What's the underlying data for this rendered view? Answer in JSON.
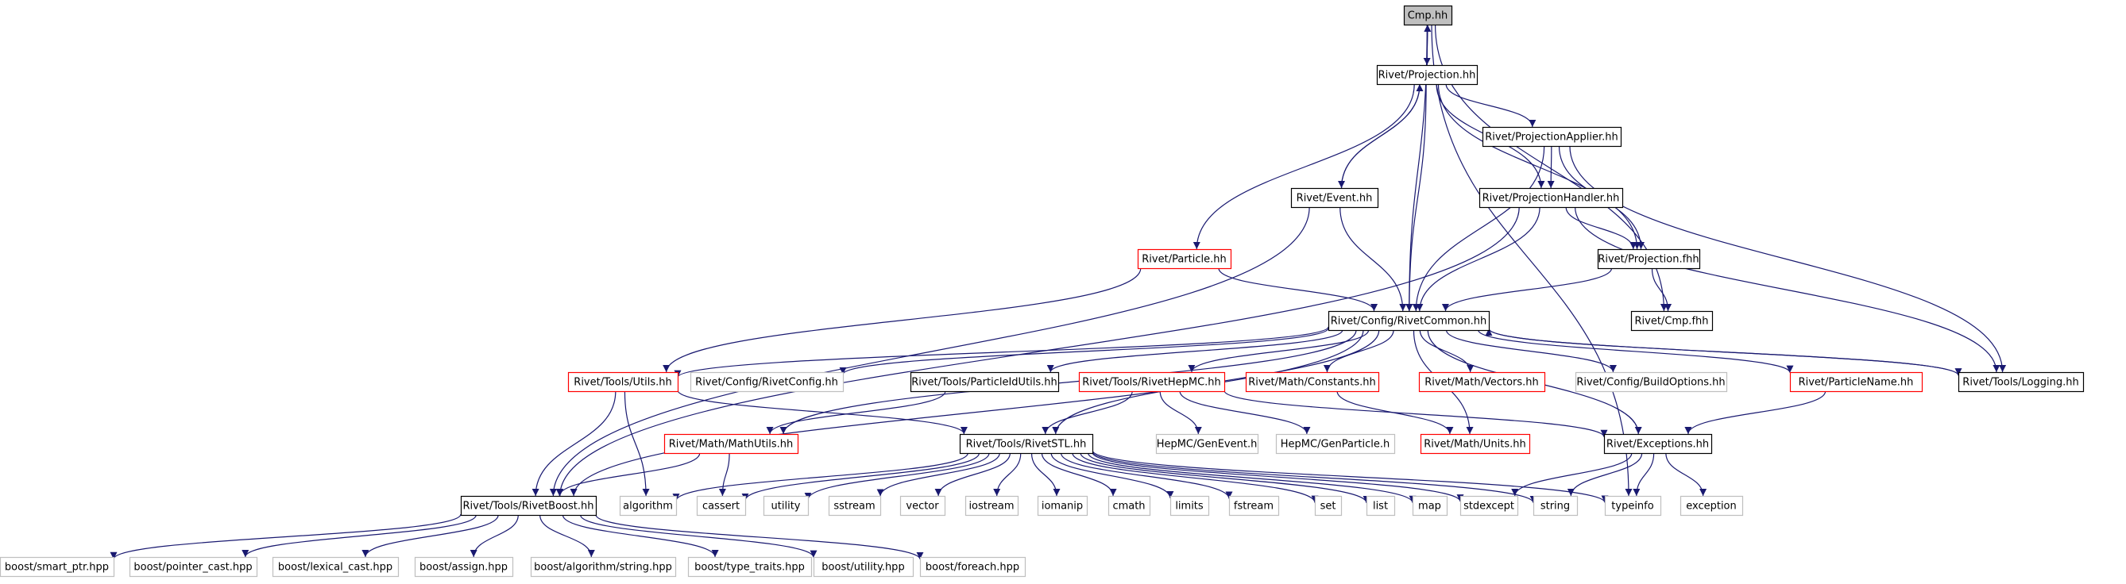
{
  "nodes": [
    {
      "id": "cmp_hh",
      "label": "Cmp.hh",
      "style": "root"
    },
    {
      "id": "projection_hh",
      "label": "Rivet/Projection.hh",
      "style": "normal"
    },
    {
      "id": "projectionapplier_hh",
      "label": "Rivet/ProjectionApplier.hh",
      "style": "normal"
    },
    {
      "id": "event_hh",
      "label": "Rivet/Event.hh",
      "style": "normal"
    },
    {
      "id": "projectionhandler_hh",
      "label": "Rivet/ProjectionHandler.hh",
      "style": "normal"
    },
    {
      "id": "particle_hh",
      "label": "Rivet/Particle.hh",
      "style": "truncated"
    },
    {
      "id": "projection_fhh",
      "label": "Rivet/Projection.fhh",
      "style": "normal"
    },
    {
      "id": "rivetcommon_hh",
      "label": "Rivet/Config/RivetCommon.hh",
      "style": "normal"
    },
    {
      "id": "cmp_fhh",
      "label": "Rivet/Cmp.fhh",
      "style": "normal"
    },
    {
      "id": "utils_hh",
      "label": "Rivet/Tools/Utils.hh",
      "style": "truncated"
    },
    {
      "id": "rivetconfig_hh",
      "label": "Rivet/Config/RivetConfig.hh",
      "style": "external"
    },
    {
      "id": "particleidutils_hh",
      "label": "Rivet/Tools/ParticleIdUtils.hh",
      "style": "normal"
    },
    {
      "id": "rivethepmc_hh",
      "label": "Rivet/Tools/RivetHepMC.hh",
      "style": "truncated"
    },
    {
      "id": "constants_hh",
      "label": "Rivet/Math/Constants.hh",
      "style": "truncated"
    },
    {
      "id": "vectors_hh",
      "label": "Rivet/Math/Vectors.hh",
      "style": "truncated"
    },
    {
      "id": "buildoptions_hh",
      "label": "Rivet/Config/BuildOptions.hh",
      "style": "external"
    },
    {
      "id": "particlename_hh",
      "label": "Rivet/ParticleName.hh",
      "style": "truncated"
    },
    {
      "id": "logging_hh",
      "label": "Rivet/Tools/Logging.hh",
      "style": "normal"
    },
    {
      "id": "mathutils_hh",
      "label": "Rivet/Math/MathUtils.hh",
      "style": "truncated"
    },
    {
      "id": "rivetstl_hh",
      "label": "Rivet/Tools/RivetSTL.hh",
      "style": "normal"
    },
    {
      "id": "genevent_h",
      "label": "HepMC/GenEvent.h",
      "style": "external"
    },
    {
      "id": "genparticle_h",
      "label": "HepMC/GenParticle.h",
      "style": "external"
    },
    {
      "id": "units_hh",
      "label": "Rivet/Math/Units.hh",
      "style": "truncated"
    },
    {
      "id": "exceptions_hh",
      "label": "Rivet/Exceptions.hh",
      "style": "normal"
    },
    {
      "id": "rivetboost_hh",
      "label": "Rivet/Tools/RivetBoost.hh",
      "style": "normal"
    },
    {
      "id": "algorithm",
      "label": "algorithm",
      "style": "external"
    },
    {
      "id": "cassert",
      "label": "cassert",
      "style": "external"
    },
    {
      "id": "utility",
      "label": "utility",
      "style": "external"
    },
    {
      "id": "sstream",
      "label": "sstream",
      "style": "external"
    },
    {
      "id": "vector",
      "label": "vector",
      "style": "external"
    },
    {
      "id": "iostream",
      "label": "iostream",
      "style": "external"
    },
    {
      "id": "iomanip",
      "label": "iomanip",
      "style": "external"
    },
    {
      "id": "cmath",
      "label": "cmath",
      "style": "external"
    },
    {
      "id": "limits",
      "label": "limits",
      "style": "external"
    },
    {
      "id": "fstream",
      "label": "fstream",
      "style": "external"
    },
    {
      "id": "set",
      "label": "set",
      "style": "external"
    },
    {
      "id": "list",
      "label": "list",
      "style": "external"
    },
    {
      "id": "map",
      "label": "map",
      "style": "external"
    },
    {
      "id": "stdexcept",
      "label": "stdexcept",
      "style": "external"
    },
    {
      "id": "string",
      "label": "string",
      "style": "external"
    },
    {
      "id": "typeinfo",
      "label": "typeinfo",
      "style": "external"
    },
    {
      "id": "exception",
      "label": "exception",
      "style": "external"
    },
    {
      "id": "boost_smart_ptr",
      "label": "boost/smart_ptr.hpp",
      "style": "external"
    },
    {
      "id": "boost_pointer_cast",
      "label": "boost/pointer_cast.hpp",
      "style": "external"
    },
    {
      "id": "boost_lexical_cast",
      "label": "boost/lexical_cast.hpp",
      "style": "external"
    },
    {
      "id": "boost_assign",
      "label": "boost/assign.hpp",
      "style": "external"
    },
    {
      "id": "boost_algorithm_string",
      "label": "boost/algorithm/string.hpp",
      "style": "external"
    },
    {
      "id": "boost_type_traits",
      "label": "boost/type_traits.hpp",
      "style": "external"
    },
    {
      "id": "boost_utility",
      "label": "boost/utility.hpp",
      "style": "external"
    },
    {
      "id": "boost_foreach",
      "label": "boost/foreach.hpp",
      "style": "external"
    }
  ],
  "edges": [
    [
      "cmp_hh",
      "projection_hh"
    ],
    [
      "cmp_hh",
      "rivetcommon_hh"
    ],
    [
      "cmp_hh",
      "cmp_fhh"
    ],
    [
      "cmp_hh",
      "typeinfo"
    ],
    [
      "projection_hh",
      "cmp_hh"
    ],
    [
      "projection_hh",
      "projectionapplier_hh"
    ],
    [
      "projection_hh",
      "event_hh"
    ],
    [
      "projection_hh",
      "projectionhandler_hh"
    ],
    [
      "projection_hh",
      "particle_hh"
    ],
    [
      "projection_hh",
      "projection_fhh"
    ],
    [
      "projection_hh",
      "rivetcommon_hh"
    ],
    [
      "projectionapplier_hh",
      "projectionhandler_hh"
    ],
    [
      "projectionapplier_hh",
      "projection_fhh"
    ],
    [
      "projectionapplier_hh",
      "rivetcommon_hh"
    ],
    [
      "projectionapplier_hh",
      "logging_hh"
    ],
    [
      "event_hh",
      "projection_hh"
    ],
    [
      "event_hh",
      "rivetcommon_hh"
    ],
    [
      "event_hh",
      "rivetboost_hh"
    ],
    [
      "projectionhandler_hh",
      "projection_fhh"
    ],
    [
      "projectionhandler_hh",
      "rivetcommon_hh"
    ],
    [
      "projectionhandler_hh",
      "logging_hh"
    ],
    [
      "projectionhandler_hh",
      "rivetboost_hh"
    ],
    [
      "particle_hh",
      "rivetcommon_hh"
    ],
    [
      "particle_hh",
      "utils_hh"
    ],
    [
      "projection_fhh",
      "rivetcommon_hh"
    ],
    [
      "projection_fhh",
      "cmp_fhh"
    ],
    [
      "rivetcommon_hh",
      "utils_hh"
    ],
    [
      "rivetcommon_hh",
      "rivetconfig_hh"
    ],
    [
      "rivetcommon_hh",
      "particleidutils_hh"
    ],
    [
      "rivetcommon_hh",
      "rivethepmc_hh"
    ],
    [
      "rivetcommon_hh",
      "constants_hh"
    ],
    [
      "rivetcommon_hh",
      "vectors_hh"
    ],
    [
      "rivetcommon_hh",
      "buildoptions_hh"
    ],
    [
      "rivetcommon_hh",
      "particlename_hh"
    ],
    [
      "rivetcommon_hh",
      "logging_hh"
    ],
    [
      "rivetcommon_hh",
      "mathutils_hh"
    ],
    [
      "rivetcommon_hh",
      "units_hh"
    ],
    [
      "rivetcommon_hh",
      "exceptions_hh"
    ],
    [
      "rivetcommon_hh",
      "rivetboost_hh"
    ],
    [
      "rivetcommon_hh",
      "rivetstl_hh"
    ],
    [
      "logging_hh",
      "rivetcommon_hh"
    ],
    [
      "utils_hh",
      "rivetstl_hh"
    ],
    [
      "utils_hh",
      "rivetboost_hh"
    ],
    [
      "utils_hh",
      "algorithm"
    ],
    [
      "particleidutils_hh",
      "mathutils_hh"
    ],
    [
      "rivethepmc_hh",
      "rivetstl_hh"
    ],
    [
      "rivethepmc_hh",
      "genevent_h"
    ],
    [
      "rivethepmc_hh",
      "genparticle_h"
    ],
    [
      "rivethepmc_hh",
      "exceptions_hh"
    ],
    [
      "constants_hh",
      "units_hh"
    ],
    [
      "particlename_hh",
      "exceptions_hh"
    ],
    [
      "mathutils_hh",
      "rivetboost_hh"
    ],
    [
      "mathutils_hh",
      "cassert"
    ],
    [
      "rivetstl_hh",
      "algorithm"
    ],
    [
      "rivetstl_hh",
      "cassert"
    ],
    [
      "rivetstl_hh",
      "utility"
    ],
    [
      "rivetstl_hh",
      "sstream"
    ],
    [
      "rivetstl_hh",
      "vector"
    ],
    [
      "rivetstl_hh",
      "iostream"
    ],
    [
      "rivetstl_hh",
      "iomanip"
    ],
    [
      "rivetstl_hh",
      "cmath"
    ],
    [
      "rivetstl_hh",
      "limits"
    ],
    [
      "rivetstl_hh",
      "fstream"
    ],
    [
      "rivetstl_hh",
      "set"
    ],
    [
      "rivetstl_hh",
      "list"
    ],
    [
      "rivetstl_hh",
      "map"
    ],
    [
      "rivetstl_hh",
      "stdexcept"
    ],
    [
      "rivetstl_hh",
      "string"
    ],
    [
      "rivetstl_hh",
      "typeinfo"
    ],
    [
      "exceptions_hh",
      "stdexcept"
    ],
    [
      "exceptions_hh",
      "string"
    ],
    [
      "exceptions_hh",
      "typeinfo"
    ],
    [
      "exceptions_hh",
      "exception"
    ],
    [
      "rivetboost_hh",
      "boost_smart_ptr"
    ],
    [
      "rivetboost_hh",
      "boost_pointer_cast"
    ],
    [
      "rivetboost_hh",
      "boost_lexical_cast"
    ],
    [
      "rivetboost_hh",
      "boost_assign"
    ],
    [
      "rivetboost_hh",
      "boost_algorithm_string"
    ],
    [
      "rivetboost_hh",
      "boost_type_traits"
    ],
    [
      "rivetboost_hh",
      "boost_utility"
    ],
    [
      "rivetboost_hh",
      "boost_foreach"
    ]
  ],
  "colors": {
    "edge": "#191970",
    "normal_border": "#000000",
    "truncated_border": "#ff0000",
    "external_border": "#bfbfbf",
    "external_text": "#000000",
    "root_fill": "#bfbfbf",
    "fill": "#ffffff"
  }
}
